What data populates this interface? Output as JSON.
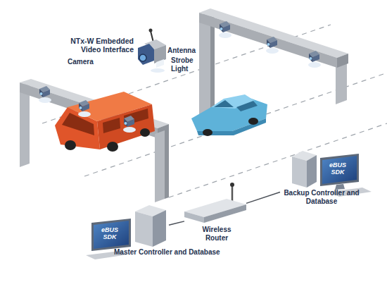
{
  "diagram": {
    "nodes": [
      {
        "text": [
          "Backup Controller and Database"
        ]
      },
      {
        "text": [
          "Wireless Router"
        ]
      },
      {
        "text": [
          "Master Controller and Database"
        ]
      }
    ],
    "edges": [
      {
        "from": 2,
        "to": 1,
        "arrow": "none"
      },
      {
        "from": 1,
        "to": 0,
        "arrow": "none"
      }
    ],
    "labels": [
      "NTx-W Embedded Video Interface",
      "Antenna",
      "Camera",
      "Strobe Light",
      "eBUS SDK",
      "eBUS SDK"
    ]
  }
}
